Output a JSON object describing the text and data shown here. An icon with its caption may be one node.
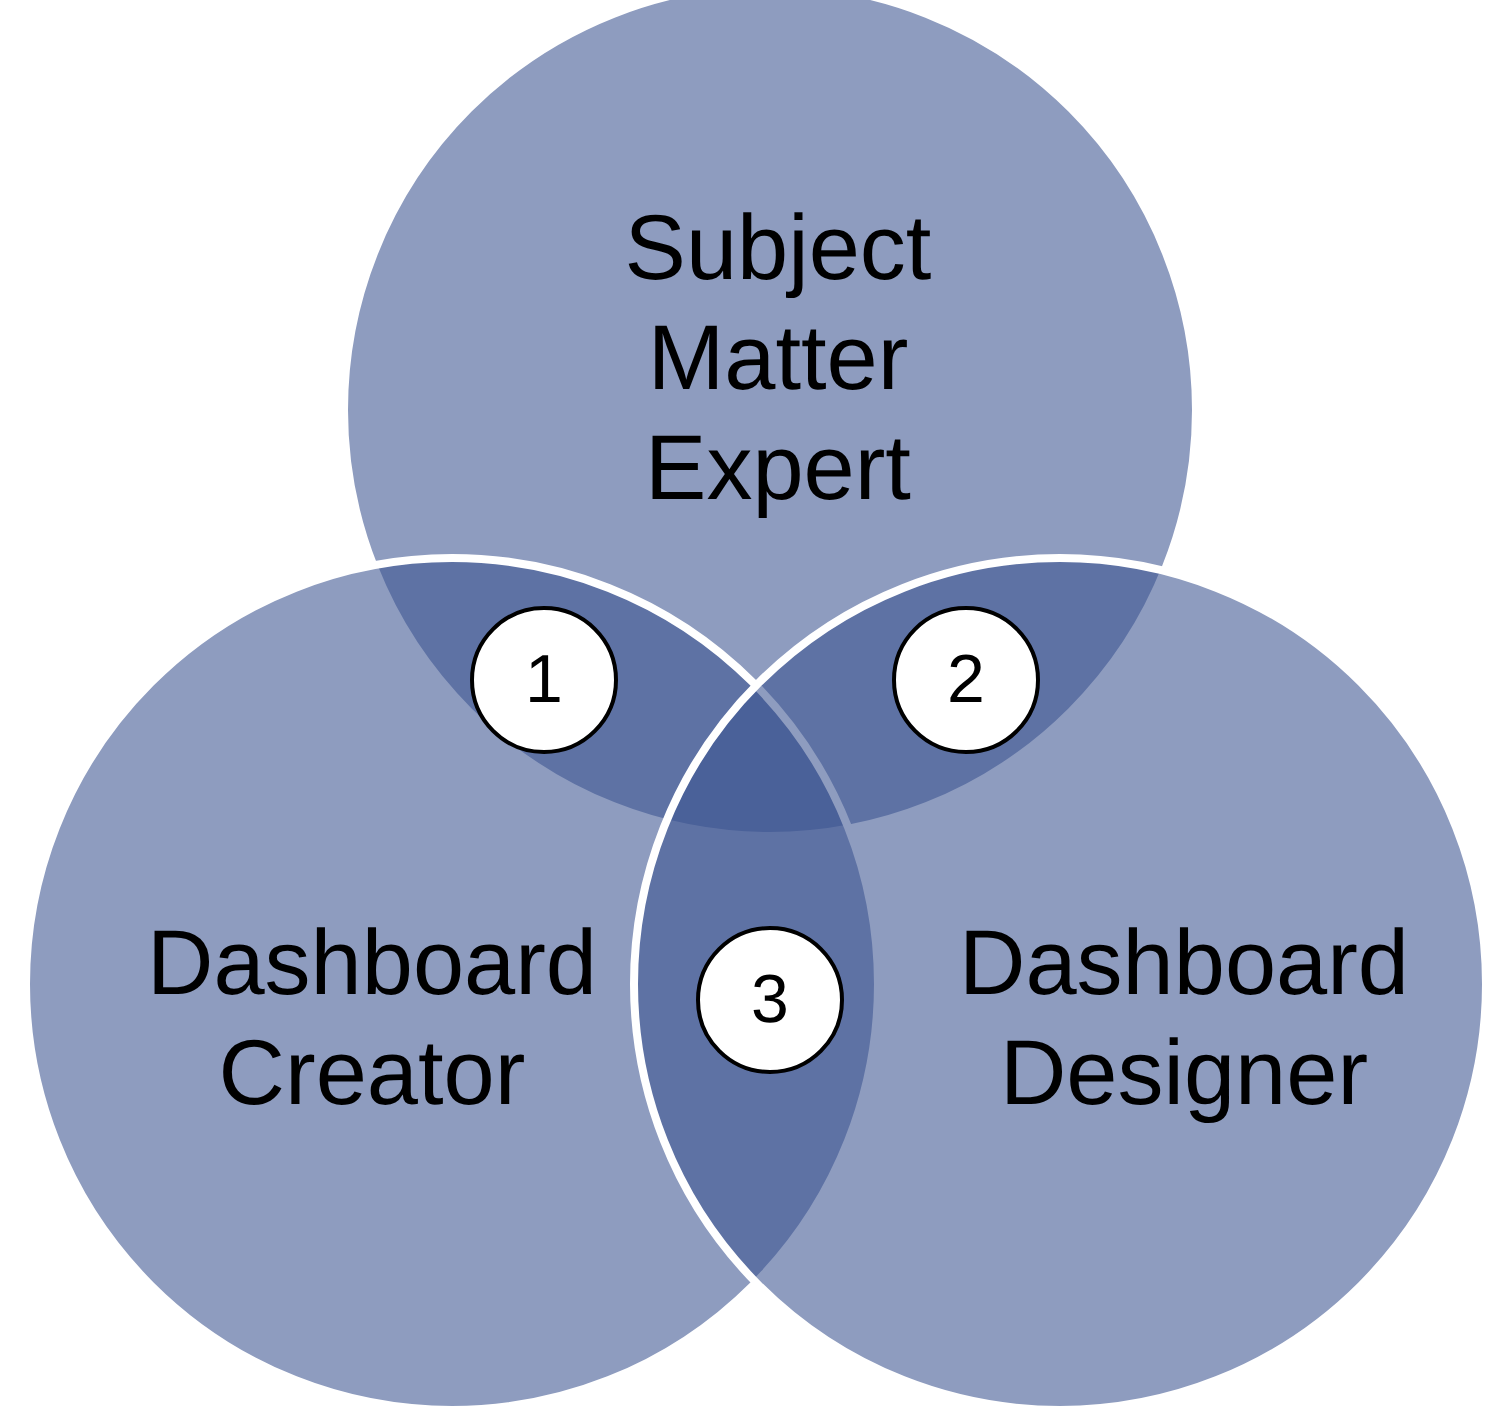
{
  "diagram": {
    "nodes": [
      {
        "text": [
          "Subject Matter Expert"
        ]
      },
      {
        "text": [
          "1"
        ]
      },
      {
        "text": [
          "2"
        ]
      },
      {
        "text": [
          "Dashboard Creator"
        ]
      },
      {
        "text": [
          "3"
        ]
      },
      {
        "text": [
          "Dashboard Designer"
        ]
      }
    ]
  }
}
